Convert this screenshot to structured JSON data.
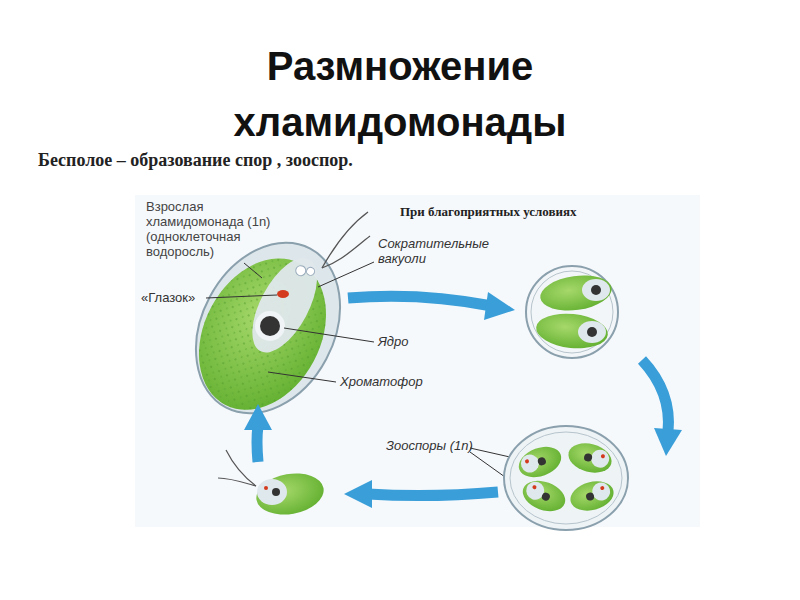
{
  "diagram": {
    "title": "Размножение хламидомонады",
    "labels": [
      "Бесполое – образование  спор , зооспор.",
      "Взрослая хламидомонада (1n) (одноклеточная водоросль)",
      "При благоприятных условиях",
      "Сократительные вакуоли",
      "«Глазок»",
      "Ядро",
      "Хроматофор",
      "Зооспоры (1n)"
    ]
  }
}
